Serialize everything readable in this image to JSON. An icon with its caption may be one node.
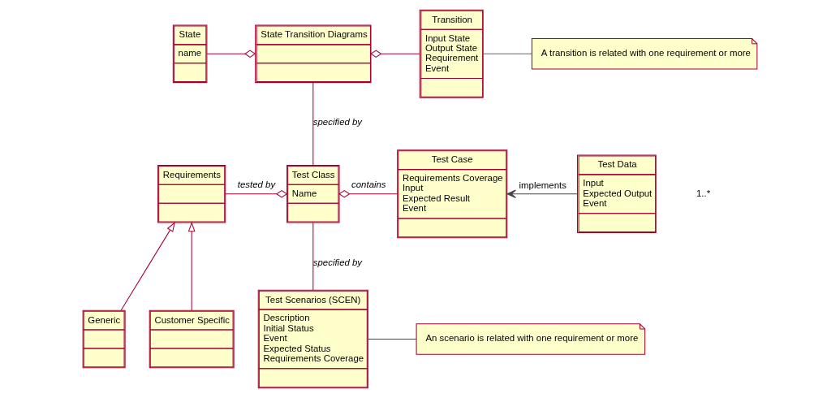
{
  "diagram": {
    "nodes": [
      {
        "text": [
          "State",
          "name"
        ]
      },
      {
        "text": [
          "State Transition Diagrams"
        ]
      },
      {
        "text": [
          "Transition",
          "Input State",
          "Output State",
          "Requirement",
          "Event"
        ]
      },
      {
        "text": [
          "A transition is related with one requirement or more"
        ]
      },
      {
        "text": [
          "Requirements"
        ]
      },
      {
        "text": [
          "Test Class",
          "Name"
        ]
      },
      {
        "text": [
          "Test Case",
          "Requirements Coverage",
          "Input",
          "Expected Result",
          "Event"
        ]
      },
      {
        "text": [
          "Test Data",
          "Input",
          "Expected Output",
          "Event"
        ]
      },
      {
        "text": [
          "Generic"
        ]
      },
      {
        "text": [
          "Customer Specific"
        ]
      },
      {
        "text": [
          "Test Scenarios (SCEN)",
          "Description",
          "Initial Status",
          "Event",
          "Expected Status",
          "Requirements Coverage"
        ]
      },
      {
        "text": [
          "An scenario is related with one requirement or more"
        ]
      }
    ],
    "edges": [
      {
        "from": 0,
        "to": 1,
        "arrow": "other"
      },
      {
        "from": 2,
        "to": 1,
        "arrow": "other"
      },
      {
        "from": 2,
        "to": 3,
        "arrow": "none",
        "color": "#666666"
      },
      {
        "from": 1,
        "to": 5,
        "arrow": "none",
        "label": "specified by"
      },
      {
        "from": 4,
        "to": 5,
        "arrow": "other",
        "label": "tested by"
      },
      {
        "from": 6,
        "to": 5,
        "arrow": "other",
        "label": "contains"
      },
      {
        "from": 7,
        "to": 6,
        "arrow": "to",
        "label": "implements",
        "color": "#444444"
      },
      {
        "from": 8,
        "to": 4,
        "arrow": "to"
      },
      {
        "from": 9,
        "to": 4,
        "arrow": "to"
      },
      {
        "from": 5,
        "to": 10,
        "arrow": "none",
        "label": "specified by"
      },
      {
        "from": 10,
        "to": 11,
        "arrow": "none",
        "color": "#444444"
      }
    ],
    "labels": [
      "1..*"
    ]
  }
}
